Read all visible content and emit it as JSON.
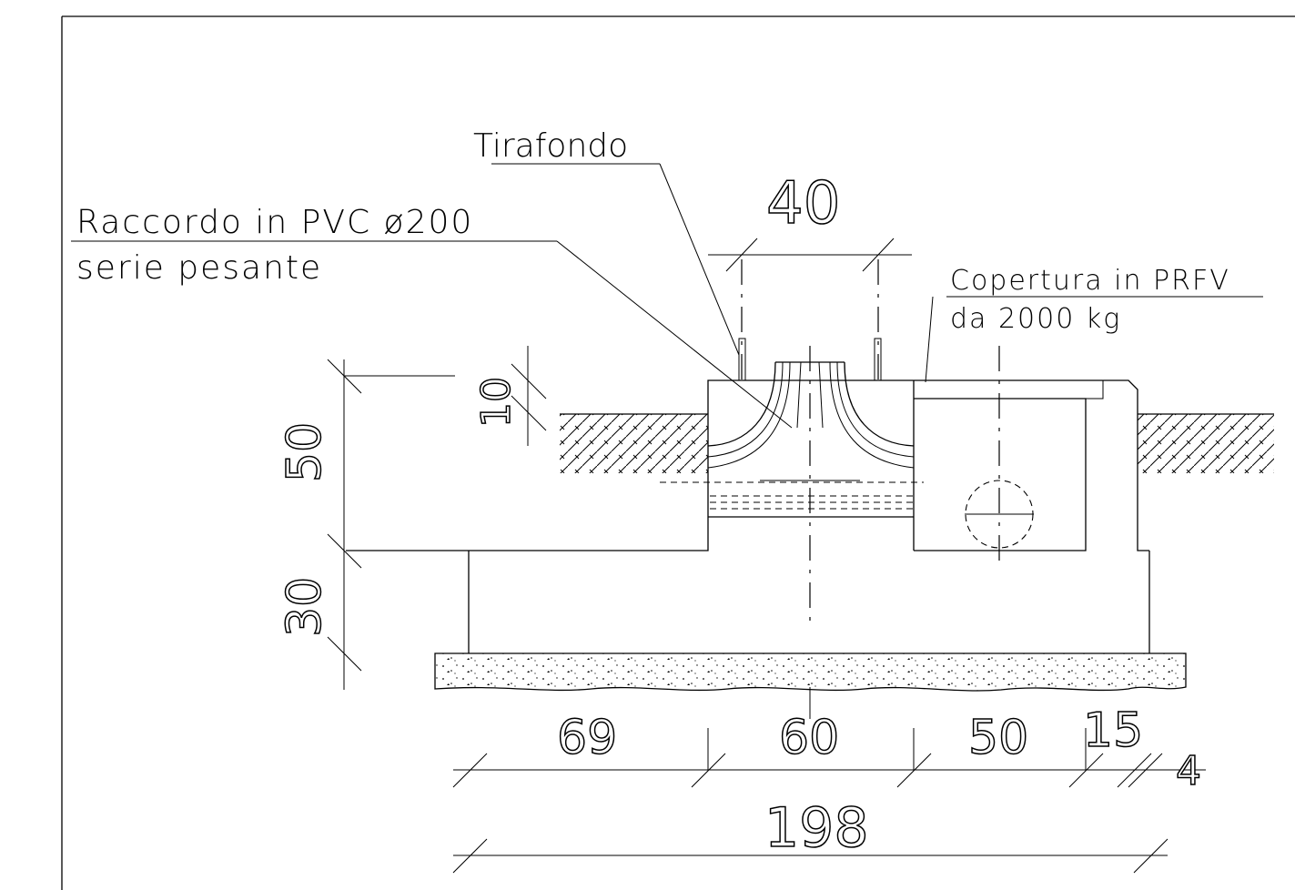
{
  "labels": {
    "tirafondo": "Tirafondo",
    "raccordo_line1": "Raccordo in PVC ø200",
    "raccordo_line2": "serie pesante",
    "copertura_line1": "Copertura in PRFV",
    "copertura_line2": "da 2000 kg"
  },
  "dimensions": {
    "top_width": "40",
    "cover_thickness": "10",
    "upper_height": "50",
    "lower_height": "30",
    "seg1": "69",
    "seg2": "60",
    "seg3": "50",
    "seg4": "15",
    "seg5": "4",
    "total": "198"
  }
}
